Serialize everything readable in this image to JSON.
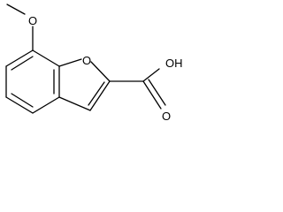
{
  "molecule": {
    "atoms": {
      "ring_oxygen": "O",
      "methoxy_oxygen": "O",
      "methyl": "",
      "hydroxyl": "OH",
      "carbonyl_oxygen": "O"
    }
  },
  "colors": {
    "bond": "#000000",
    "background": "#ffffff"
  }
}
